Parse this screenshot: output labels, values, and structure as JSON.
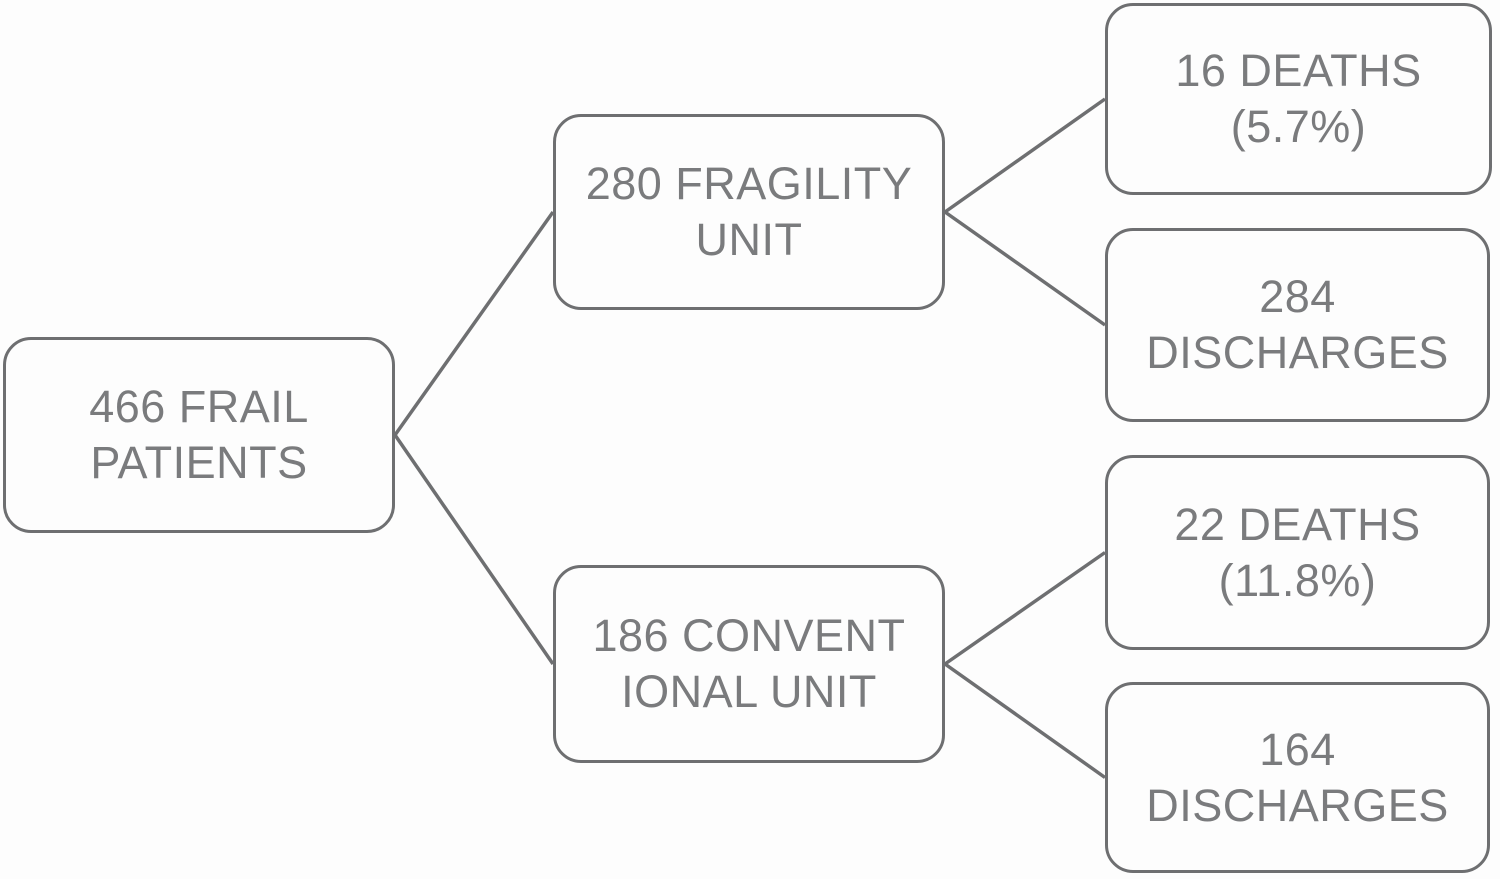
{
  "diagram": {
    "background": "#fdfdfd",
    "border_color": "#6e6f71",
    "line_color": "#6e6f71",
    "text_color": "#7a7b7d"
  },
  "nodes": {
    "frail_patients": {
      "line1": "466 FRAIL",
      "line2": "PATIENTS"
    },
    "fragility_unit": {
      "line1": "280 FRAGILITY",
      "line2": "UNIT"
    },
    "conventional_unit": {
      "line1": "186 CONVENT",
      "line2": "IONAL UNIT"
    },
    "fragility_deaths": {
      "line1": "16 DEATHS",
      "line2": "(5.7%)"
    },
    "fragility_discharges": {
      "line1": "284",
      "line2": "DISCHARGES"
    },
    "conventional_deaths": {
      "line1": "22 DEATHS",
      "line2": "(11.8%)"
    },
    "conventional_discharges": {
      "line1": "164",
      "line2": "DISCHARGES"
    }
  },
  "edges": [
    {
      "from": "frail_patients",
      "to": "fragility_unit"
    },
    {
      "from": "frail_patients",
      "to": "conventional_unit"
    },
    {
      "from": "fragility_unit",
      "to": "fragility_deaths"
    },
    {
      "from": "fragility_unit",
      "to": "fragility_discharges"
    },
    {
      "from": "conventional_unit",
      "to": "conventional_deaths"
    },
    {
      "from": "conventional_unit",
      "to": "conventional_discharges"
    }
  ]
}
